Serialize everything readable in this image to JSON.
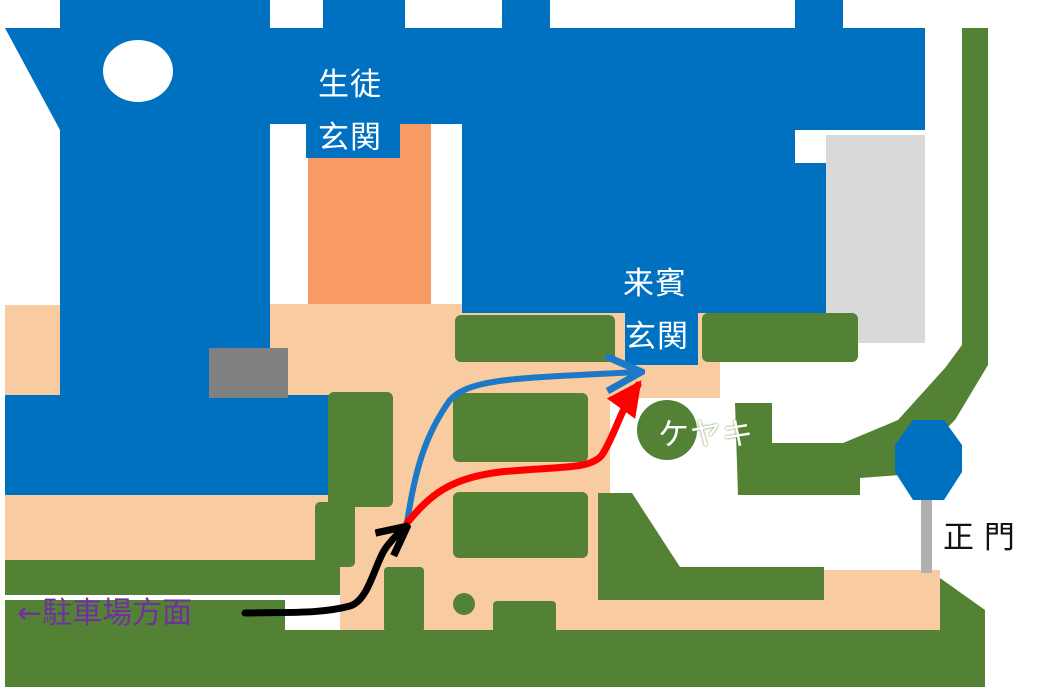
{
  "labels": {
    "student_entrance_line1": "生徒",
    "student_entrance_line2": "玄関",
    "visitor_entrance_line1": "来賓",
    "visitor_entrance_line2": "玄関",
    "keyaki_tree": "ケヤキ",
    "main_gate": "正 門",
    "parking_direction": "←駐車場方面"
  },
  "colors": {
    "building": "#0070c0",
    "grounds": "#f8cba0",
    "student_entrance_area": "#f79a64",
    "greenery": "#548235",
    "garage": "#808080",
    "annex": "#d9d9d9",
    "route_blue": "#1e78c8",
    "route_red": "#ff0000",
    "route_black": "#000000",
    "label_purple": "#7030a0"
  }
}
